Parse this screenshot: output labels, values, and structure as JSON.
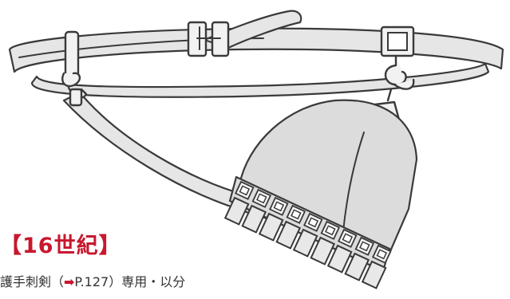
{
  "heading": {
    "bracket_open": "【",
    "text": "16世紀",
    "bracket_close": "】"
  },
  "caption": {
    "prefix": "護手刺剣（",
    "arrow_glyph": "➡",
    "reference": "P.127",
    "suffix": "）専用・以分"
  },
  "colors": {
    "accent": "#c8172e",
    "line": "#3a3a3a",
    "strap_fill": "#e6e6e6",
    "holster_fill": "#dcdcdc"
  }
}
